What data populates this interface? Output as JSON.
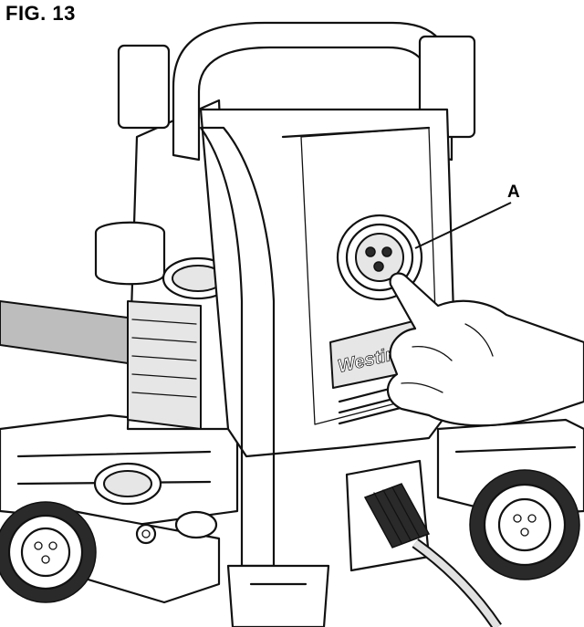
{
  "figure": {
    "title": "FIG. 13",
    "callout_label": "A",
    "brand_text": "Westinghouse"
  },
  "colors": {
    "line": "#111111",
    "background": "#ffffff",
    "hose": "#bdbdbd"
  }
}
